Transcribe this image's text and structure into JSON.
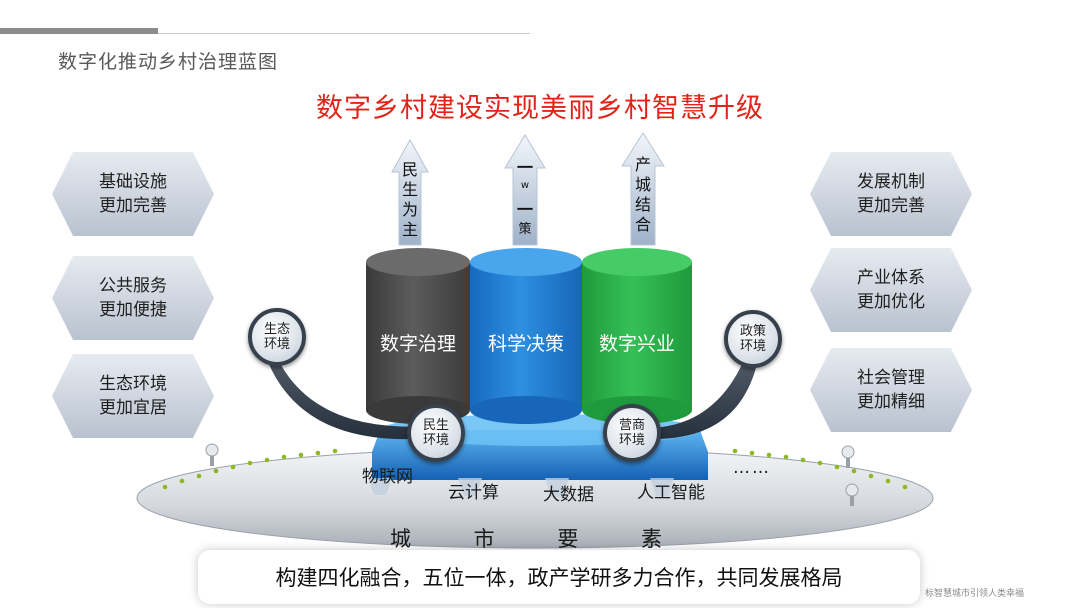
{
  "header": {
    "page_title": "数字化推动乡村治理蓝图",
    "headline": "数字乡村建设实现美丽乡村智慧升级"
  },
  "left_hexagons": [
    {
      "line1": "基础设施",
      "line2": "更加完善"
    },
    {
      "line1": "公共服务",
      "line2": "更加便捷"
    },
    {
      "line1": "生态环境",
      "line2": "更加宜居"
    }
  ],
  "right_hexagons": [
    {
      "line1": "发展机制",
      "line2": "更加完善"
    },
    {
      "line1": "产业体系",
      "line2": "更加优化"
    },
    {
      "line1": "社会管理",
      "line2": "更加精细"
    }
  ],
  "arrows": [
    {
      "text": [
        "民",
        "生",
        "为",
        "主"
      ]
    },
    {
      "text": [
        "一",
        "w",
        "一",
        "策"
      ]
    },
    {
      "text": [
        "产",
        "城",
        "结",
        "合"
      ]
    }
  ],
  "pillars": [
    {
      "label": "数字治理",
      "color": "#4a4a4a"
    },
    {
      "label": "科学决策",
      "color": "#1f7fd3"
    },
    {
      "label": "数字兴业",
      "color": "#2bb34a"
    }
  ],
  "badges": {
    "ecology": {
      "line1": "生态",
      "line2": "环境"
    },
    "policy": {
      "line1": "政策",
      "line2": "环境"
    },
    "livelihood": {
      "line1": "民生",
      "line2": "环境"
    },
    "business": {
      "line1": "营商",
      "line2": "环境"
    }
  },
  "technologies": [
    "物联网",
    "云计算",
    "大数据",
    "人工智能",
    "……"
  ],
  "base_label": "城 市 要 素",
  "footer_text": "构建四化融合，五位一体，政产学研多力合作，共同发展格局",
  "watermark": "标智慧城市引领人类幸福"
}
